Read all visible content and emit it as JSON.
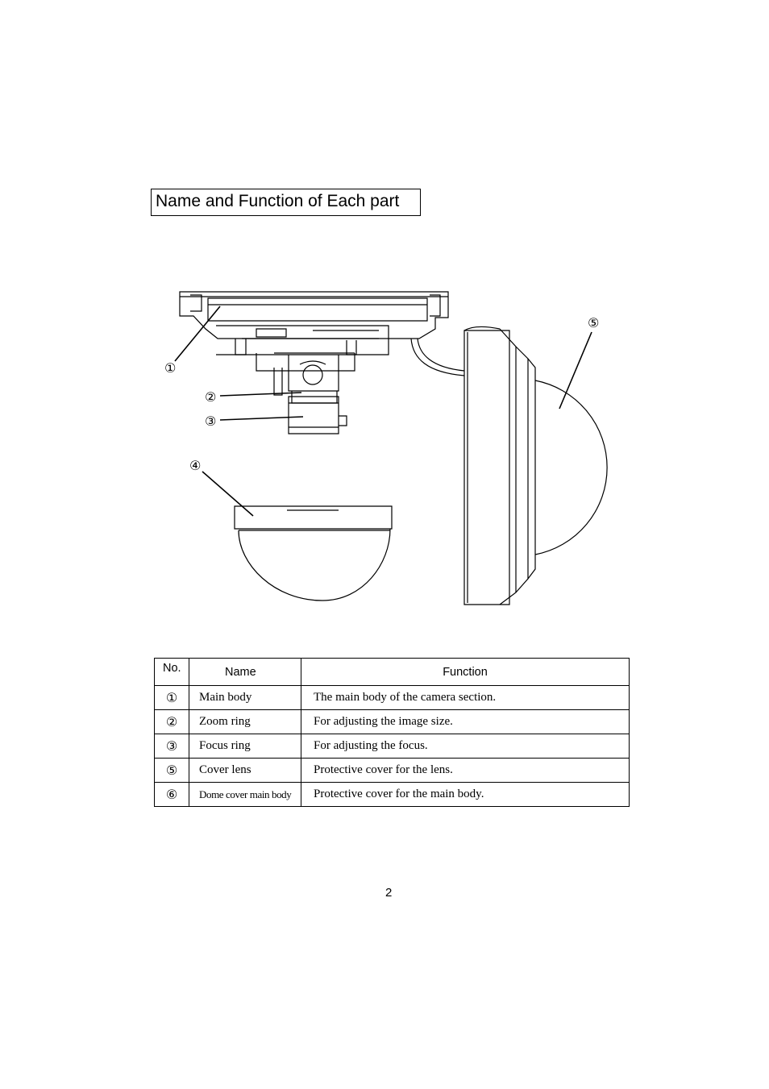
{
  "title": "Name and Function of Each part",
  "callouts": [
    "①",
    "②",
    "③",
    "④",
    "⑤"
  ],
  "table": {
    "headers": {
      "no": "No.",
      "name": "Name",
      "function": "Function"
    },
    "rows": [
      {
        "no": "①",
        "name": "Main body",
        "function": "The main body of the camera section."
      },
      {
        "no": "②",
        "name": "Zoom ring",
        "function": "For adjusting the image size."
      },
      {
        "no": "③",
        "name": "Focus ring",
        "function": "For adjusting the focus."
      },
      {
        "no": "⑤",
        "name": "Cover lens",
        "function": "Protective cover for the lens."
      },
      {
        "no": "⑥",
        "name": "Dome cover main body",
        "function": "Protective cover for the main body."
      }
    ]
  },
  "page_number": "2"
}
